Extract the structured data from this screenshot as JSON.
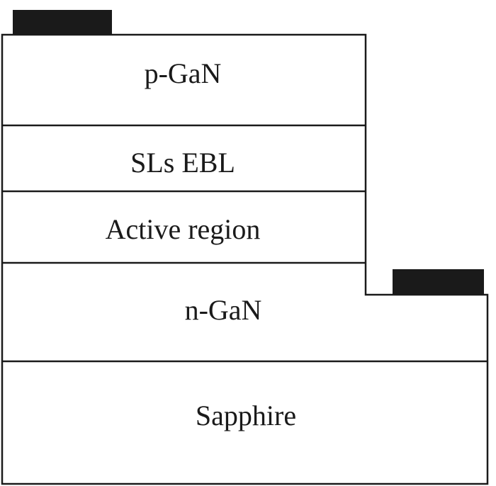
{
  "layers": {
    "p_gan": "p-GaN",
    "sls_ebl": "SLs EBL",
    "active_region": "Active region",
    "n_gan": "n-GaN",
    "sapphire": "Sapphire"
  },
  "colors": {
    "outline": "#1a1a1a",
    "contact": "#1a1a1a",
    "background": "#ffffff"
  }
}
